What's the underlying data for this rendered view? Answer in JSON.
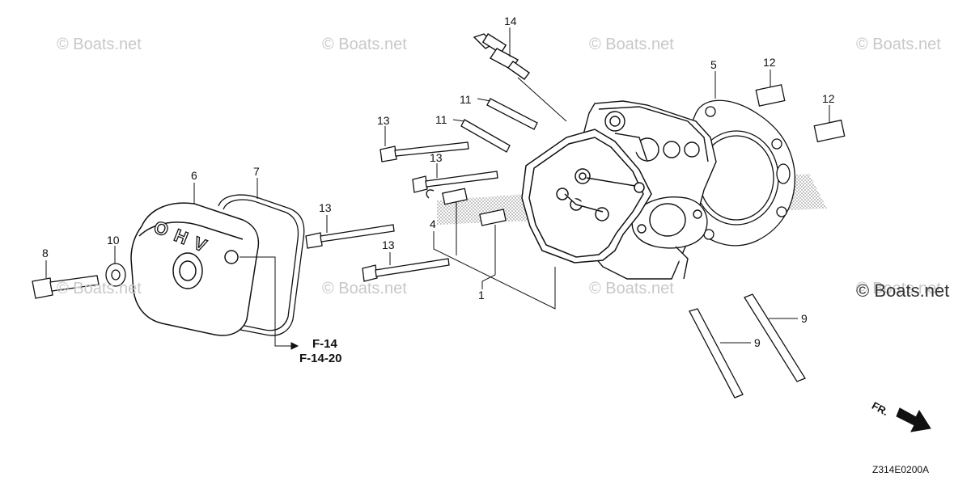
{
  "watermarks": [
    "© Boats.net",
    "© Boats.net",
    "© Boats.net",
    "© Boats.net",
    "© Boats.net",
    "© Boats.net",
    "© Boats.net",
    "© Boats.net"
  ],
  "watermark_main": "© Boats.net",
  "callouts": {
    "c1": "1",
    "c4": "4",
    "c5": "5",
    "c6": "6",
    "c7": "7",
    "c8": "8",
    "c9a": "9",
    "c9b": "9",
    "c10": "10",
    "c11a": "11",
    "c11b": "11",
    "c12a": "12",
    "c12b": "12",
    "c13a": "13",
    "c13b": "13",
    "c13c": "13",
    "c13d": "13",
    "c14": "14"
  },
  "cover_text": "OHV",
  "references": [
    "F-14",
    "F-14-20"
  ],
  "direction_label": "FR.",
  "diagram_code": "Z314E0200A"
}
